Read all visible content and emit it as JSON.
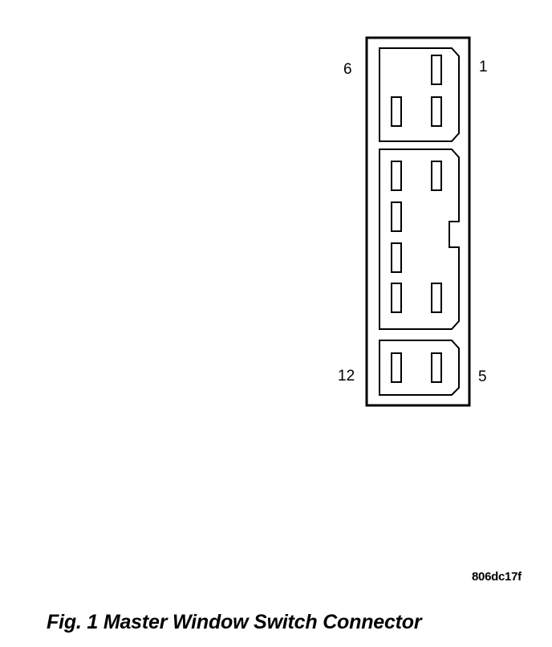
{
  "pin_labels": {
    "top_left": "6",
    "top_right": "1",
    "bottom_left": "12",
    "bottom_right": "5"
  },
  "reference_code": "806dc17f",
  "caption": "Fig. 1 Master Window Switch Connector",
  "colors": {
    "line": "#000000",
    "background": "#ffffff"
  }
}
